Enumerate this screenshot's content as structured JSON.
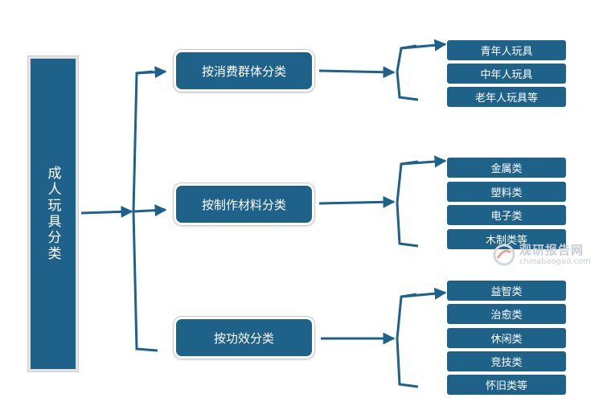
{
  "root": {
    "label": "成人玩具分类"
  },
  "categories": [
    {
      "label": "按消费群体分类",
      "items": [
        "青年人玩具",
        "中年人玩具",
        "老年人玩具等"
      ]
    },
    {
      "label": "按制作材料分类",
      "items": [
        "金属类",
        "塑料类",
        "电子类",
        "木制类等"
      ]
    },
    {
      "label": "按功效分类",
      "items": [
        "益智类",
        "治愈类",
        "休闲类",
        "竞技类",
        "怀旧类等"
      ]
    }
  ],
  "watermark": {
    "title": "观研报告网",
    "subtitle": "chinabaogao.com"
  },
  "colors": {
    "box": "#1f6289",
    "line": "#1f6289",
    "border": "#e3e3e3"
  }
}
